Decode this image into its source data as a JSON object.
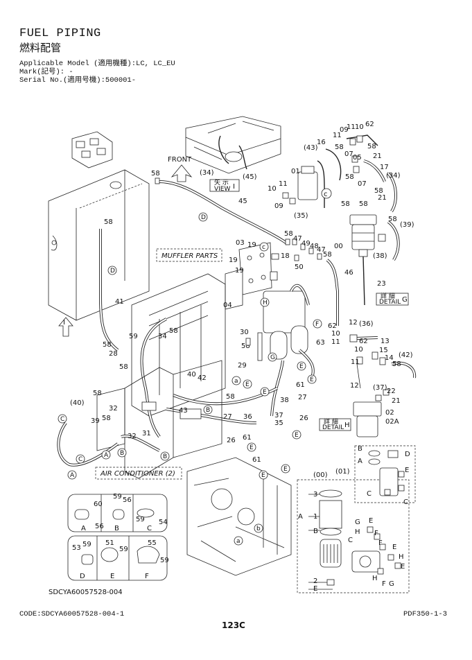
{
  "header": {
    "title": "FUEL PIPING",
    "title_jp": "燃料配管",
    "applicable_model": "Applicable Model (適用機種):LC, LC_EU",
    "mark": "Mark(記号): -",
    "serial": "Serial No.(適用号機):500001-"
  },
  "labels": {
    "front": "FRONT",
    "muffler_parts": "MUFFLER PARTS",
    "air_conditioner": "AIR CONDITIONER (2)",
    "drawing_code": "SDCYA60057528-004",
    "view_jp": "矢 示",
    "view": "VIEW",
    "view_letter": "I",
    "detail_jp": "詳 細",
    "detail": "DETAIL",
    "detail_g": "G",
    "detail_h": "H",
    "arrow_i": "I"
  },
  "callouts": {
    "c58a": "58",
    "c45": "45",
    "c41": "41",
    "c58b": "58",
    "c34a": "(34)",
    "c45b": "(45)",
    "c03": "03",
    "c19a": "19",
    "c19b": "19",
    "c19c": "19",
    "c04": "04",
    "c18": "18",
    "c47": "47",
    "c49": "49",
    "c48": "48",
    "c47b": "47",
    "c50": "50",
    "c58c": "58",
    "c58d": "58",
    "c46": "46",
    "c23": "23",
    "c00": "00",
    "c43": "(43)",
    "c16": "16",
    "c01": "01",
    "c10a": "10",
    "c11a": "11",
    "c09": "09",
    "c35": "(35)",
    "c58e": "58",
    "c11b": "11",
    "c09b": "09",
    "c10b": "10",
    "c62a": "62",
    "c58f": "58",
    "c07a": "07",
    "c05": "05",
    "c21a": "21",
    "c07b": "07",
    "c17": "17",
    "c34b": "(34)",
    "c58g": "58",
    "c21b": "21",
    "c58h": "58",
    "c39": "(39)",
    "c38": "(38)",
    "c58i": "58",
    "c58j": "58",
    "c34c": "34",
    "c58k": "58",
    "c59a": "59",
    "c28": "28",
    "c30": "30",
    "c58l": "58",
    "c29": "29",
    "c58m": "58",
    "c40a": "40",
    "c42": "42",
    "c43b": "43",
    "c58n": "58",
    "c40b": "(40)",
    "c32a": "32",
    "c39b": "39",
    "c58o": "58",
    "c32b": "32",
    "c31": "31",
    "c27a": "27",
    "c27b": "27",
    "c26a": "26",
    "c26b": "26",
    "c36": "36",
    "c37": "37",
    "c35b": "35",
    "c61a": "61",
    "c61b": "61",
    "c61c": "61",
    "c63": "63",
    "c38b": "38",
    "c62b": "62",
    "c12a": "12",
    "c36b": "(36)",
    "c10c": "10",
    "c11c": "11",
    "c62c": "62",
    "c13": "13",
    "c15": "15",
    "c14": "14",
    "c42b": "(42)",
    "c58p": "58",
    "c11d": "11",
    "c12b": "12",
    "c37b": "(37)",
    "c22": "22",
    "c21c": "21",
    "c02": "02",
    "c02a": "02A",
    "c00b": "(00)",
    "c01b": "(01)",
    "c3": "3",
    "c1": "1",
    "c2": "2",
    "c60": "60",
    "c56a": "56",
    "c59b": "59",
    "c56b": "56",
    "c59c": "59",
    "c54": "54",
    "c53": "53",
    "c59d": "59",
    "c51": "51",
    "c59e": "59",
    "c55": "55",
    "c59f": "59"
  },
  "letters": {
    "A": "A",
    "B": "B",
    "C": "C",
    "D": "D",
    "E": "E",
    "F": "F",
    "G": "G",
    "H": "H",
    "a": "a",
    "b": "b",
    "c": "c"
  },
  "footer": {
    "code": "CODE:SDCYA60057528-004-1",
    "page_ref": "PDF350-1-3",
    "page_num": "123C"
  }
}
